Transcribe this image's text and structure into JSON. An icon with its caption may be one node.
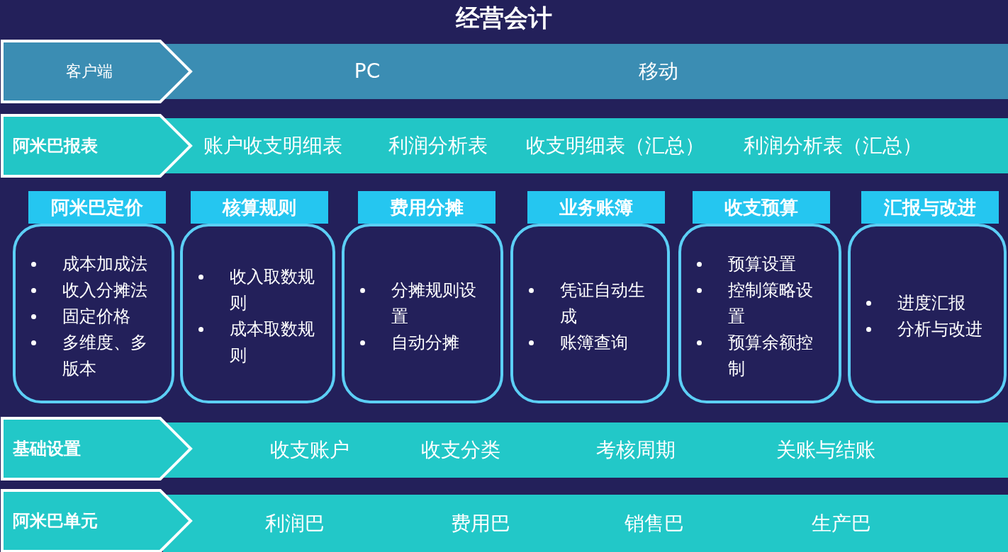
{
  "diagram": {
    "title": "经营会计",
    "nodes": [
      {
        "text": [
          "客户端"
        ]
      },
      {
        "text": [
          "PC",
          "移动"
        ]
      },
      {
        "text": [
          "阿米巴报表"
        ]
      },
      {
        "text": [
          "账户收支明细表",
          "利润分析表",
          "收支明细表（汇总）",
          "利润分析表（汇总）"
        ]
      },
      {
        "text": [
          "阿米巴定价"
        ]
      },
      {
        "text": [
          "成本加成法",
          "收入分摊法",
          "固定价格",
          "多维度、多版本"
        ]
      },
      {
        "text": [
          "核算规则"
        ]
      },
      {
        "text": [
          "收入取数规则",
          "成本取数规则"
        ]
      },
      {
        "text": [
          "费用分摊"
        ]
      },
      {
        "text": [
          "分摊规则设置",
          "自动分摊"
        ]
      },
      {
        "text": [
          "业务账簿"
        ]
      },
      {
        "text": [
          "凭证自动生成",
          "账簿查询"
        ]
      },
      {
        "text": [
          "收支预算"
        ]
      },
      {
        "text": [
          "预算设置",
          "控制策略设置",
          "预算余额控制"
        ]
      },
      {
        "text": [
          "汇报与改进"
        ]
      },
      {
        "text": [
          "进度汇报",
          "分析与改进"
        ]
      },
      {
        "text": [
          "基础设置"
        ]
      },
      {
        "text": [
          "收支账户",
          "收支分类",
          "考核周期",
          "关账与结账"
        ]
      },
      {
        "text": [
          "阿米巴单元"
        ]
      },
      {
        "text": [
          "利润巴",
          "费用巴",
          "销售巴",
          "生产巴"
        ]
      }
    ]
  }
}
